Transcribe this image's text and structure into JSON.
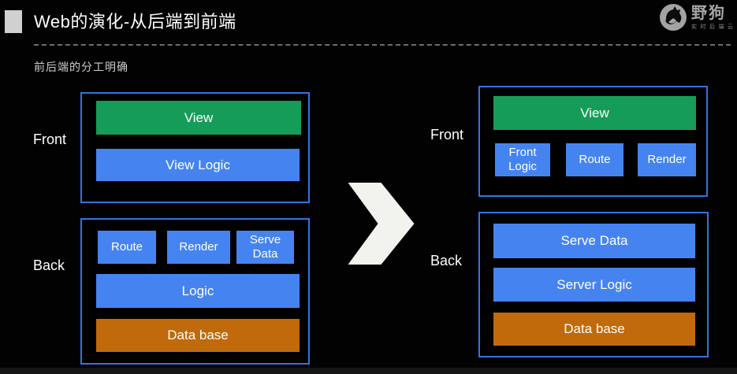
{
  "colors": {
    "background": "#020202",
    "box_border": "#3274e0",
    "green": "#169c59",
    "blue": "#4584f0",
    "orange": "#c06a0c",
    "arrow": "#f2f2ef",
    "title_marker": "#d0d0d0"
  },
  "header": {
    "title": "Web的演化-从后端到前端",
    "subtitle": "前后端的分工明确"
  },
  "logo": {
    "name": "野狗",
    "tagline": "实时后端云"
  },
  "before": {
    "front_label": "Front",
    "back_label": "Back",
    "front": {
      "view": "View",
      "view_logic": "View Logic"
    },
    "back": {
      "route": "Route",
      "render": "Render",
      "serve_data": "Serve Data",
      "logic": "Logic",
      "database": "Data base"
    }
  },
  "after": {
    "front_label": "Front",
    "back_label": "Back",
    "front": {
      "view": "View",
      "front_logic": "Front Logic",
      "route": "Route",
      "render": "Render"
    },
    "back": {
      "serve_data": "Serve Data",
      "server_logic": "Server Logic",
      "database": "Data base"
    }
  }
}
